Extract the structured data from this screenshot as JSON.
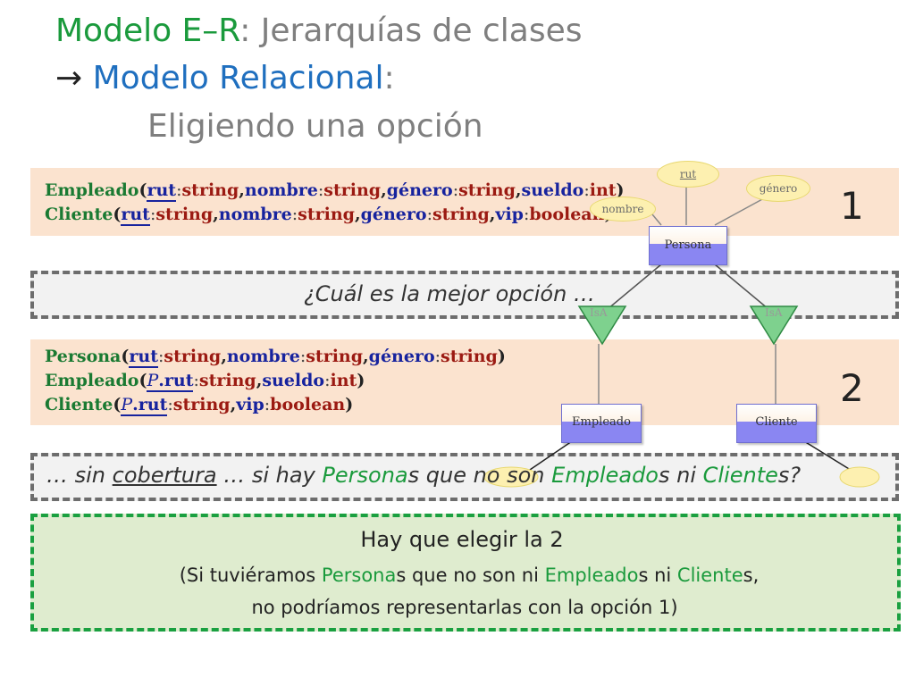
{
  "title": {
    "line1_part1": "Modelo E–R",
    "line1_part2": ": Jerarquías de clases",
    "line2_arrow": "→",
    "line2_part1": "Modelo Relacional",
    "line2_part2": ":",
    "line3": "Eligiendo una opción"
  },
  "option1": {
    "number": "1",
    "empleado": "Empleado",
    "cliente": "Cliente",
    "rut": "rut",
    "nombre": "nombre",
    "genero": "género",
    "sueldo": "sueldo",
    "vip": "vip",
    "string": "string",
    "int": "int",
    "boolean": "boolean"
  },
  "question": "¿Cuál es la mejor opción …",
  "option2": {
    "number": "2",
    "persona": "Persona",
    "empleado": "Empleado",
    "cliente": "Cliente",
    "p": "P",
    "rut": "rut",
    "nombre": "nombre",
    "genero": "género",
    "sueldo": "sueldo",
    "vip": "vip",
    "string": "string",
    "int": "int",
    "boolean": "boolean"
  },
  "coverage": {
    "pre": "… sin ",
    "cobertura": "cobertura",
    "mid1": " … si hay ",
    "persona": "Persona",
    "mid2": "s que no son ",
    "empleado": "Empleado",
    "mid3": "s ni ",
    "cliente": "Cliente",
    "end": "s?"
  },
  "answer": {
    "headline": "Hay que elegir la 2",
    "l1_pre": "(Si tuviéramos ",
    "persona": "Persona",
    "l1_mid": "s que no son ni ",
    "empleado": "Empleado",
    "l1_mid2": "s ni ",
    "cliente": "Cliente",
    "l1_end": "s,",
    "line2": "no podríamos representarlas con la opción 1)"
  },
  "diagram": {
    "entity_persona": "Persona",
    "entity_empleado": "Empleado",
    "entity_cliente": "Cliente",
    "attr_rut": "rut",
    "attr_nombre": "nombre",
    "attr_genero": "género",
    "isa_label": "IsA",
    "colors": {
      "entity_fill": "#8a86f2",
      "attribute_fill": "#fdf0b0",
      "isa_fill": "#7ed18e"
    }
  },
  "colors": {
    "green": "#1a9a3c",
    "blue": "#1f6fbf",
    "dark_red": "#9b1a12",
    "navy": "#17239e",
    "option_bg": "#fbe3cf",
    "answer_bg": "#dfeccf"
  }
}
